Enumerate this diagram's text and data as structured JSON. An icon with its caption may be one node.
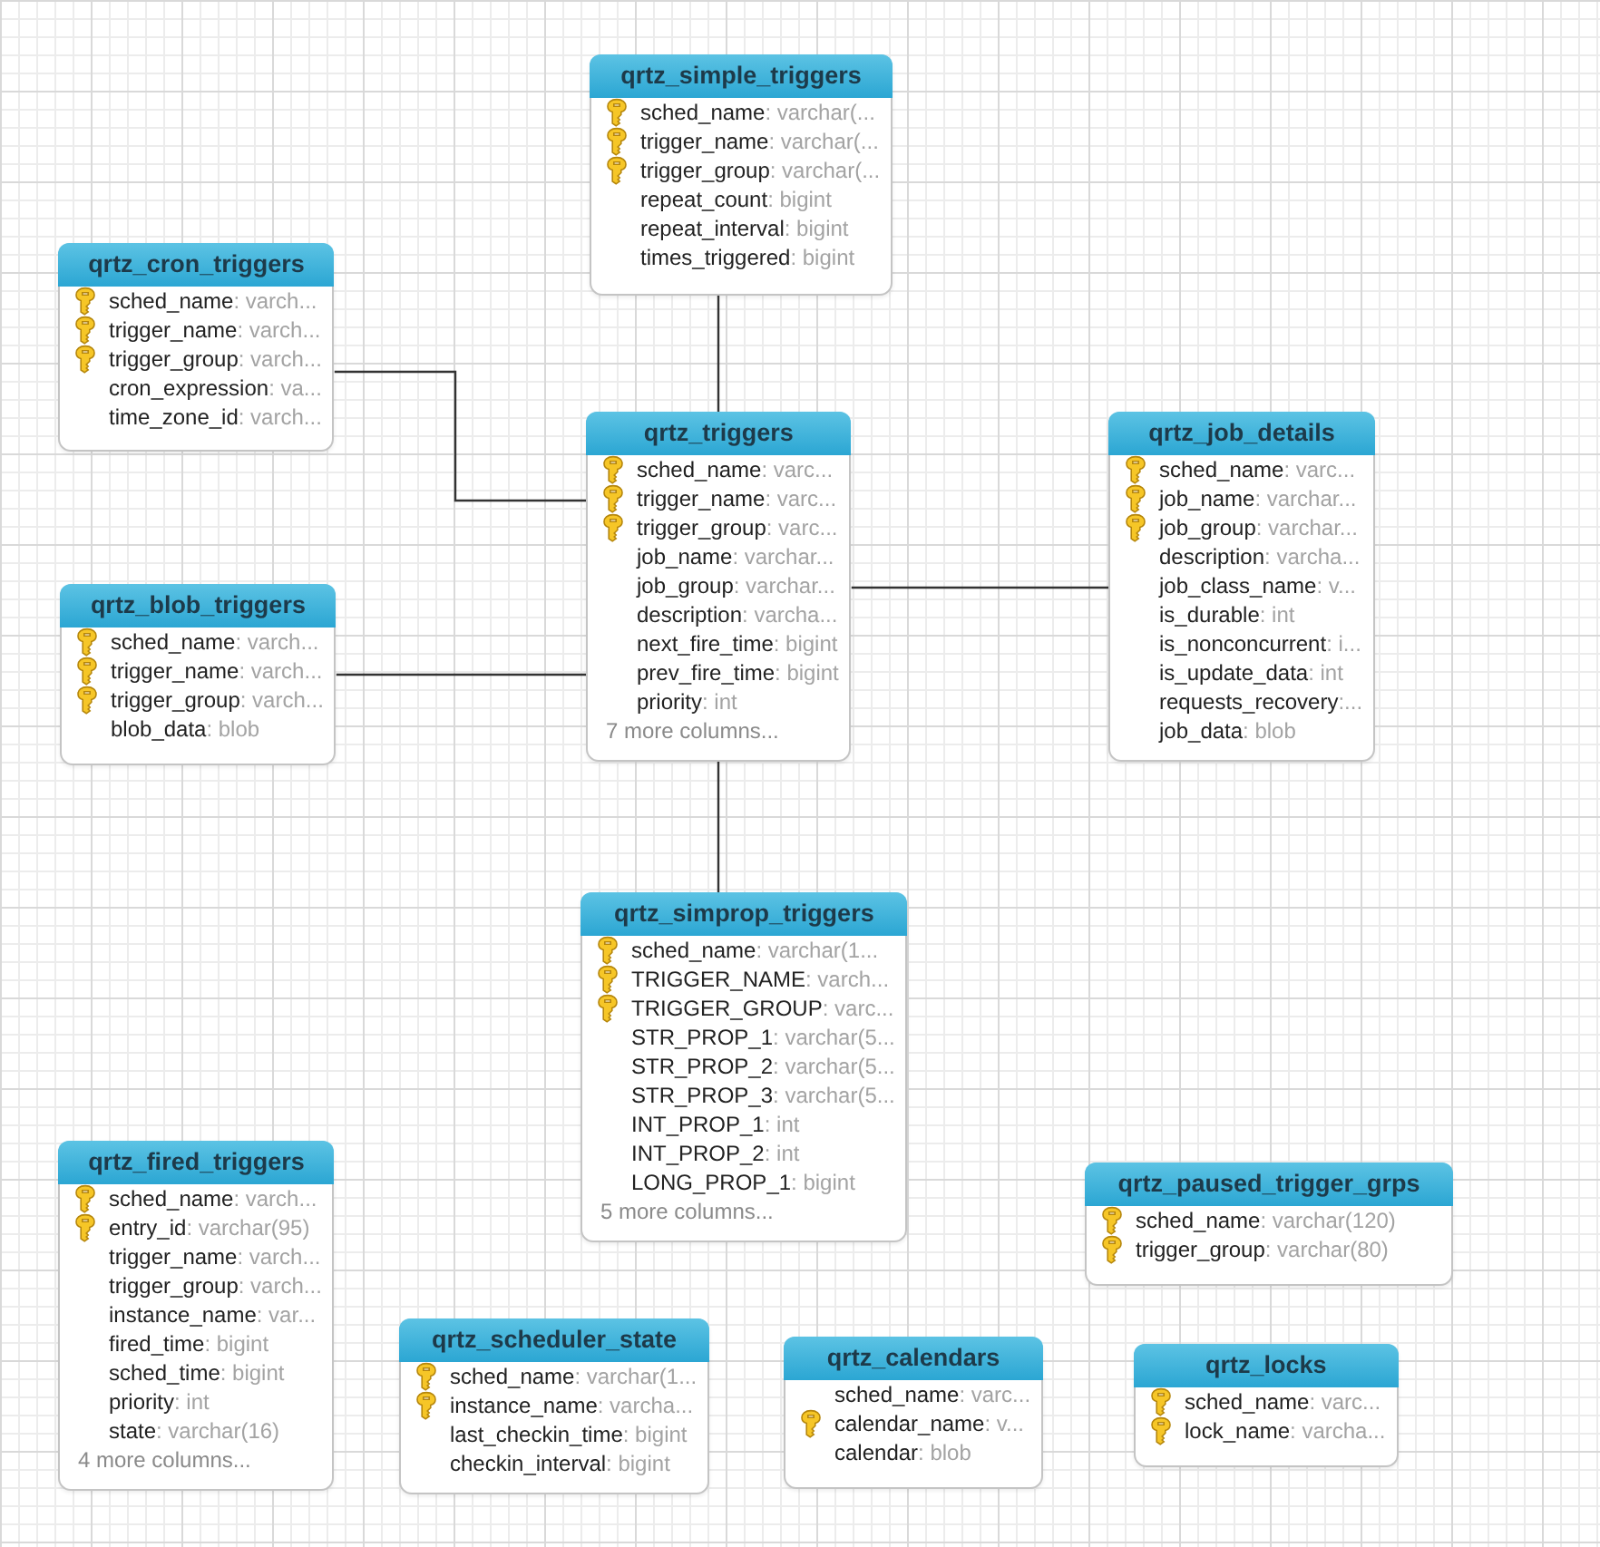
{
  "diagram": {
    "nodes": [
      {
        "text": [
          "qrtz_simple_triggers",
          "sched_name: varchar(...",
          "trigger_name: varchar(...",
          "trigger_group: varchar(...",
          "repeat_count: bigint",
          "repeat_interval: bigint",
          "times_triggered: bigint"
        ]
      },
      {
        "text": [
          "qrtz_cron_triggers",
          "sched_name: varch...",
          "trigger_name: varch...",
          "trigger_group: varch...",
          "cron_expression: va...",
          "time_zone_id: varch..."
        ]
      },
      {
        "text": [
          "qrtz_triggers",
          "sched_name: varc...",
          "trigger_name: varc...",
          "trigger_group: varc...",
          "job_name: varchar...",
          "job_group: varchar...",
          "description: varcha...",
          "next_fire_time: bigint",
          "prev_fire_time: bigint",
          "priority: int",
          "7 more columns..."
        ]
      },
      {
        "text": [
          "qrtz_job_details",
          "sched_name: varc...",
          "job_name: varchar...",
          "job_group: varchar...",
          "description: varcha...",
          "job_class_name: v...",
          "is_durable: int",
          "is_nonconcurrent: i...",
          "is_update_data: int",
          "requests_recovery:...",
          "job_data: blob"
        ]
      },
      {
        "text": [
          "qrtz_blob_triggers",
          "sched_name: varch...",
          "trigger_name: varch...",
          "trigger_group: varch...",
          "blob_data: blob"
        ]
      },
      {
        "text": [
          "qrtz_simprop_triggers",
          "sched_name: varchar(1...",
          "TRIGGER_NAME: varch...",
          "TRIGGER_GROUP: varc...",
          "STR_PROP_1: varchar(5...",
          "STR_PROP_2: varchar(5...",
          "STR_PROP_3: varchar(5...",
          "INT_PROP_1: int",
          "INT_PROP_2: int",
          "LONG_PROP_1: bigint",
          "5 more columns..."
        ]
      },
      {
        "text": [
          "qrtz_fired_triggers",
          "sched_name: varch...",
          "entry_id: varchar(95)",
          "trigger_name: varch...",
          "trigger_group: varch...",
          "instance_name: var...",
          "fired_time: bigint",
          "sched_time: bigint",
          "priority: int",
          "state: varchar(16)",
          "4 more columns..."
        ]
      },
      {
        "text": [
          "qrtz_paused_trigger_grps",
          "sched_name: varchar(120)",
          "trigger_group: varchar(80)"
        ]
      },
      {
        "text": [
          "qrtz_scheduler_state",
          "sched_name: varchar(1...",
          "instance_name: varcha...",
          "last_checkin_time: bigint",
          "checkin_interval: bigint"
        ]
      },
      {
        "text": [
          "qrtz_calendars",
          "sched_name: varc...",
          "calendar_name: v...",
          "calendar: blob"
        ]
      },
      {
        "text": [
          "qrtz_locks",
          "sched_name: varc...",
          "lock_name: varcha..."
        ]
      }
    ],
    "edges": [
      {
        "from": 1,
        "to": 2,
        "arrow": "none"
      },
      {
        "from": 0,
        "to": 2,
        "arrow": "none"
      },
      {
        "from": 2,
        "to": 3,
        "arrow": "none"
      },
      {
        "from": 4,
        "to": 2,
        "arrow": "none"
      },
      {
        "from": 5,
        "to": 2,
        "arrow": "none"
      }
    ]
  }
}
